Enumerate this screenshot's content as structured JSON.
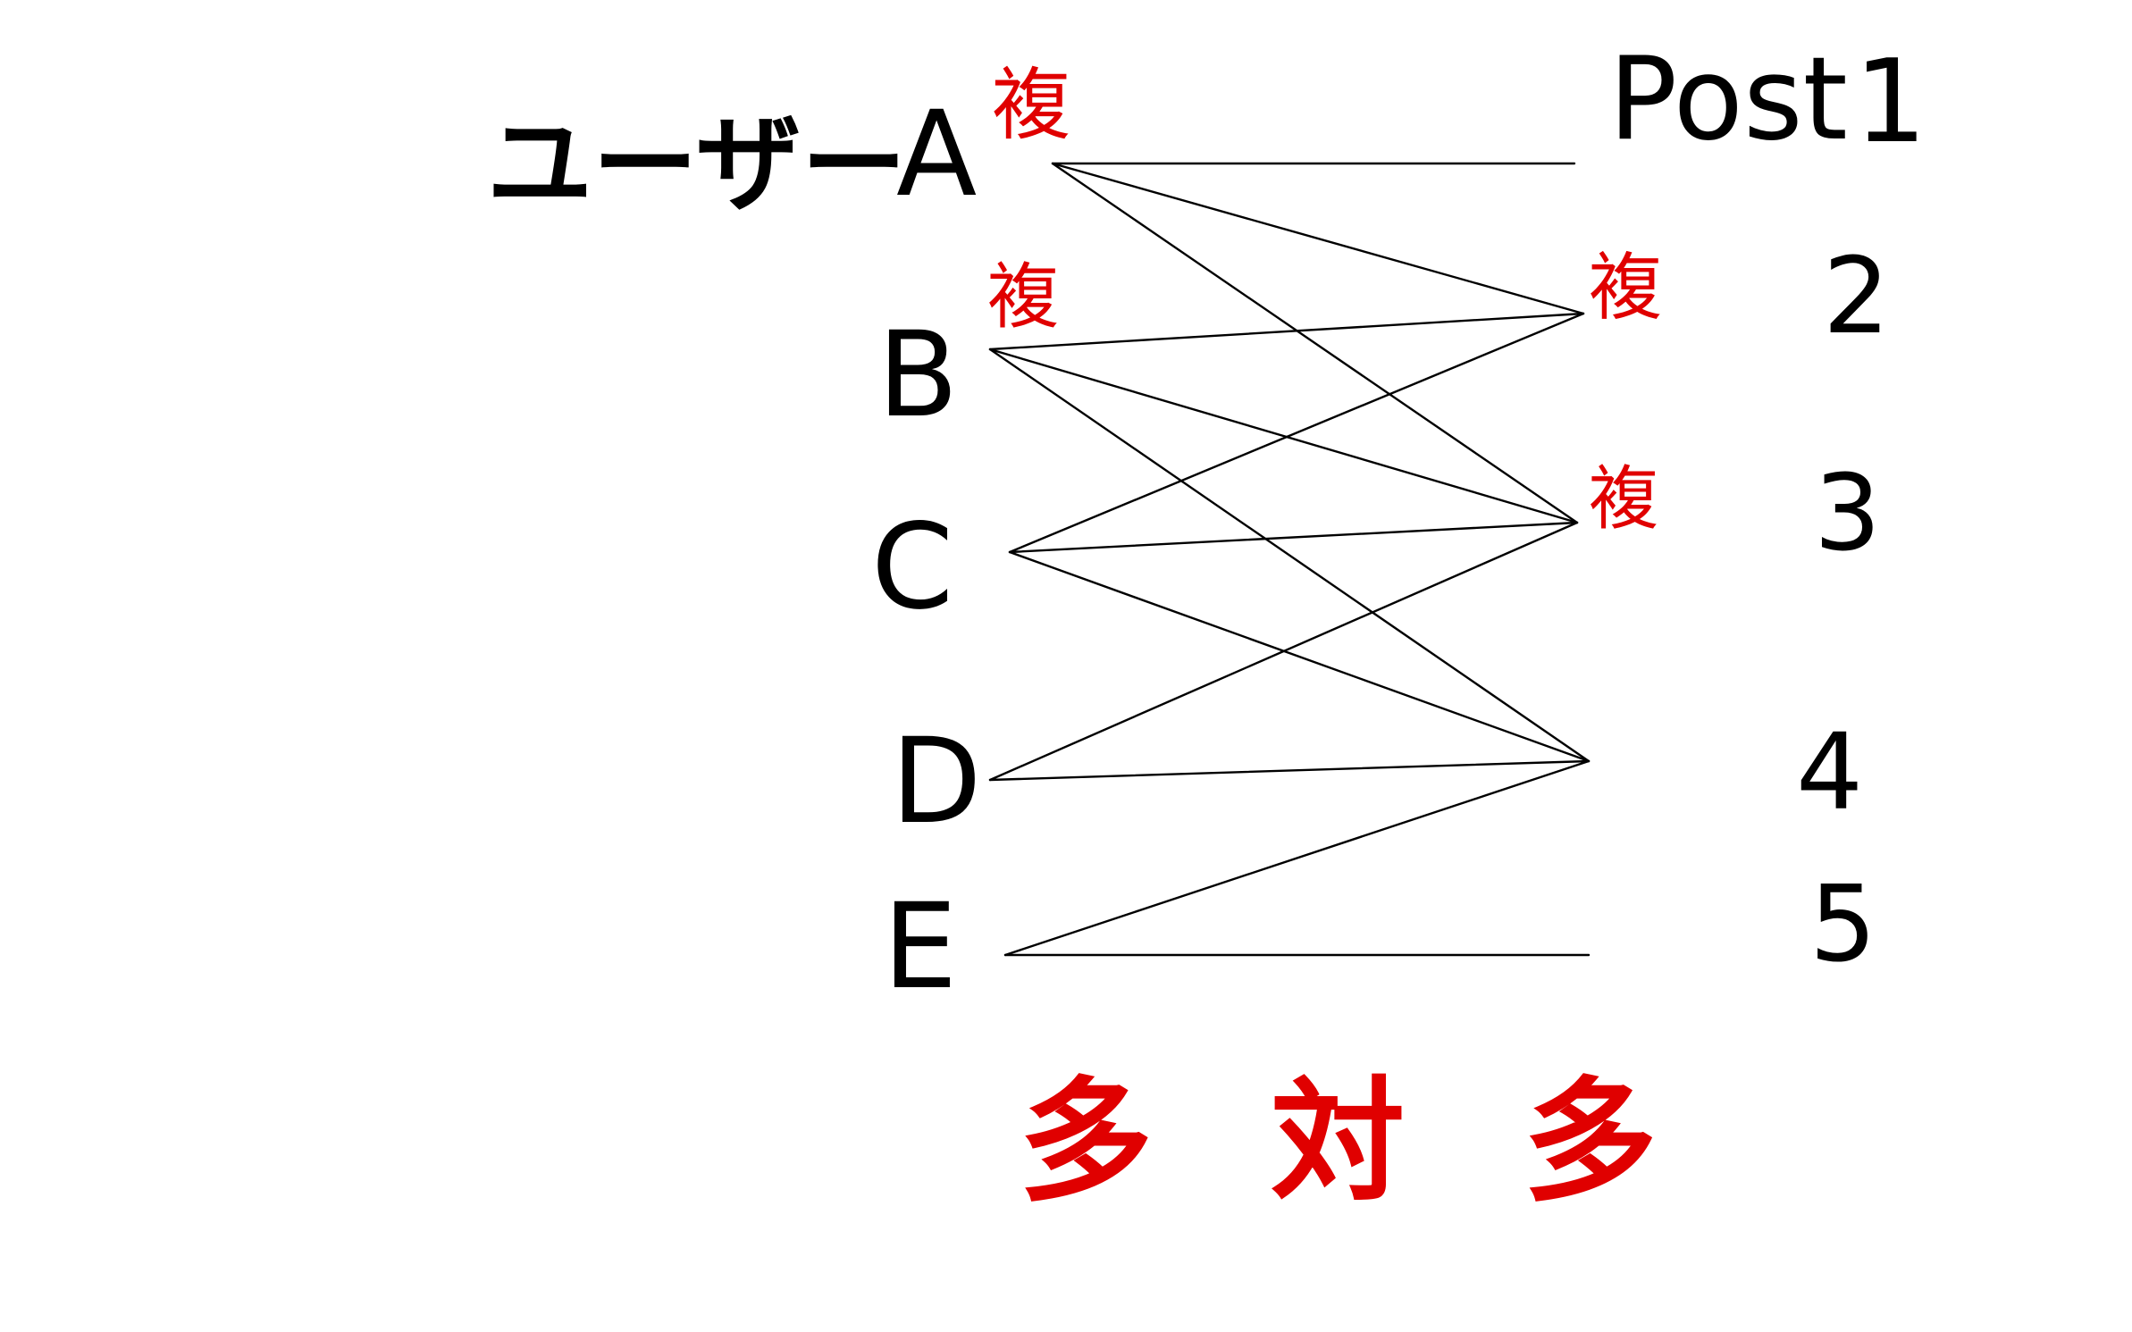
{
  "title_prefix": "ユーザー",
  "users": [
    {
      "id": "A",
      "label": "A",
      "duplicate": true
    },
    {
      "id": "B",
      "label": "B",
      "duplicate": true
    },
    {
      "id": "C",
      "label": "C",
      "duplicate": false
    },
    {
      "id": "D",
      "label": "D",
      "duplicate": false
    },
    {
      "id": "E",
      "label": "E",
      "duplicate": false
    }
  ],
  "posts_label": "Post",
  "posts": [
    {
      "id": "1",
      "label": "1",
      "duplicate": false
    },
    {
      "id": "2",
      "label": "2",
      "duplicate": true
    },
    {
      "id": "3",
      "label": "3",
      "duplicate": true
    },
    {
      "id": "4",
      "label": "4",
      "duplicate": false
    },
    {
      "id": "5",
      "label": "5",
      "duplicate": false
    }
  ],
  "duplicate_mark": "複",
  "relation_label": "多 対 多",
  "edges": [
    [
      "A",
      "1"
    ],
    [
      "A",
      "2"
    ],
    [
      "A",
      "3"
    ],
    [
      "B",
      "2"
    ],
    [
      "B",
      "3"
    ],
    [
      "B",
      "4"
    ],
    [
      "C",
      "2"
    ],
    [
      "C",
      "3"
    ],
    [
      "C",
      "4"
    ],
    [
      "D",
      "3"
    ],
    [
      "D",
      "4"
    ],
    [
      "E",
      "4"
    ],
    [
      "E",
      "5"
    ]
  ],
  "colors": {
    "ink": "#000000",
    "annotation": "#e00000",
    "background": "#ffffff"
  }
}
